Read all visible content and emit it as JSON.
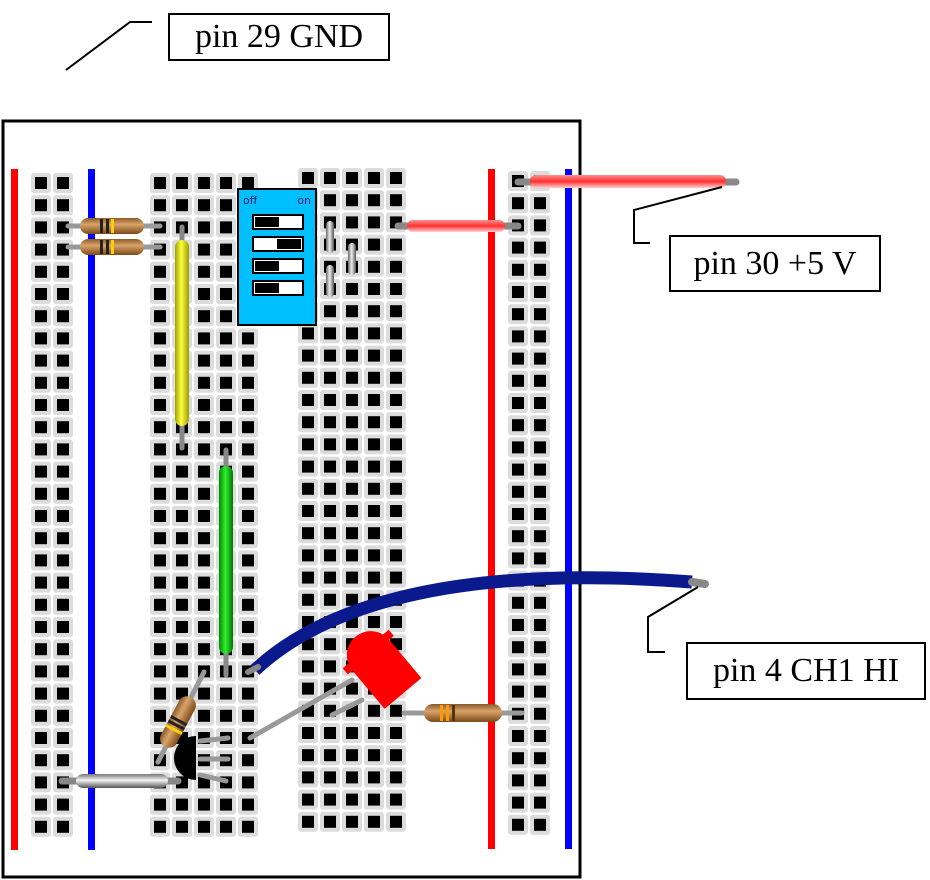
{
  "labels": {
    "gnd": "pin 29 GND",
    "vcc": "pin 30 +5 V",
    "ch1": "pin 4 CH1 HI"
  },
  "dip_switch": {
    "off_label": "off",
    "on_label": "on",
    "switches": [
      "off",
      "on",
      "off",
      "off"
    ]
  },
  "colors": {
    "rail_positive": "#ff0000",
    "rail_negative": "#0000ff",
    "dip_body": "#00bfff",
    "wire_yellow": "#ffff00",
    "wire_green": "#00cc00",
    "wire_red": "#ff5050",
    "wire_blue": "#0a1a8c",
    "led": "#ff0000",
    "resistor_body": "#c8935a",
    "hole_pad": "#dcdcdc",
    "hole": "#000000"
  },
  "components": [
    {
      "type": "resistor",
      "name": "resistor-top-1"
    },
    {
      "type": "resistor",
      "name": "resistor-top-2"
    },
    {
      "type": "resistor",
      "name": "resistor-base"
    },
    {
      "type": "resistor",
      "name": "resistor-led"
    },
    {
      "type": "transistor",
      "name": "transistor"
    },
    {
      "type": "led",
      "name": "led-red"
    },
    {
      "type": "dip-switch",
      "name": "dip-switch-4"
    },
    {
      "type": "wire",
      "name": "wire-gnd",
      "color": "gray"
    },
    {
      "type": "wire",
      "name": "wire-vcc",
      "color": "red"
    },
    {
      "type": "wire",
      "name": "wire-rail-jumper",
      "color": "red"
    },
    {
      "type": "wire",
      "name": "wire-yellow",
      "color": "yellow"
    },
    {
      "type": "wire",
      "name": "wire-green",
      "color": "green"
    },
    {
      "type": "wire",
      "name": "wire-ch1",
      "color": "blue"
    },
    {
      "type": "wire",
      "name": "wire-emitter-gnd",
      "color": "gray"
    }
  ]
}
